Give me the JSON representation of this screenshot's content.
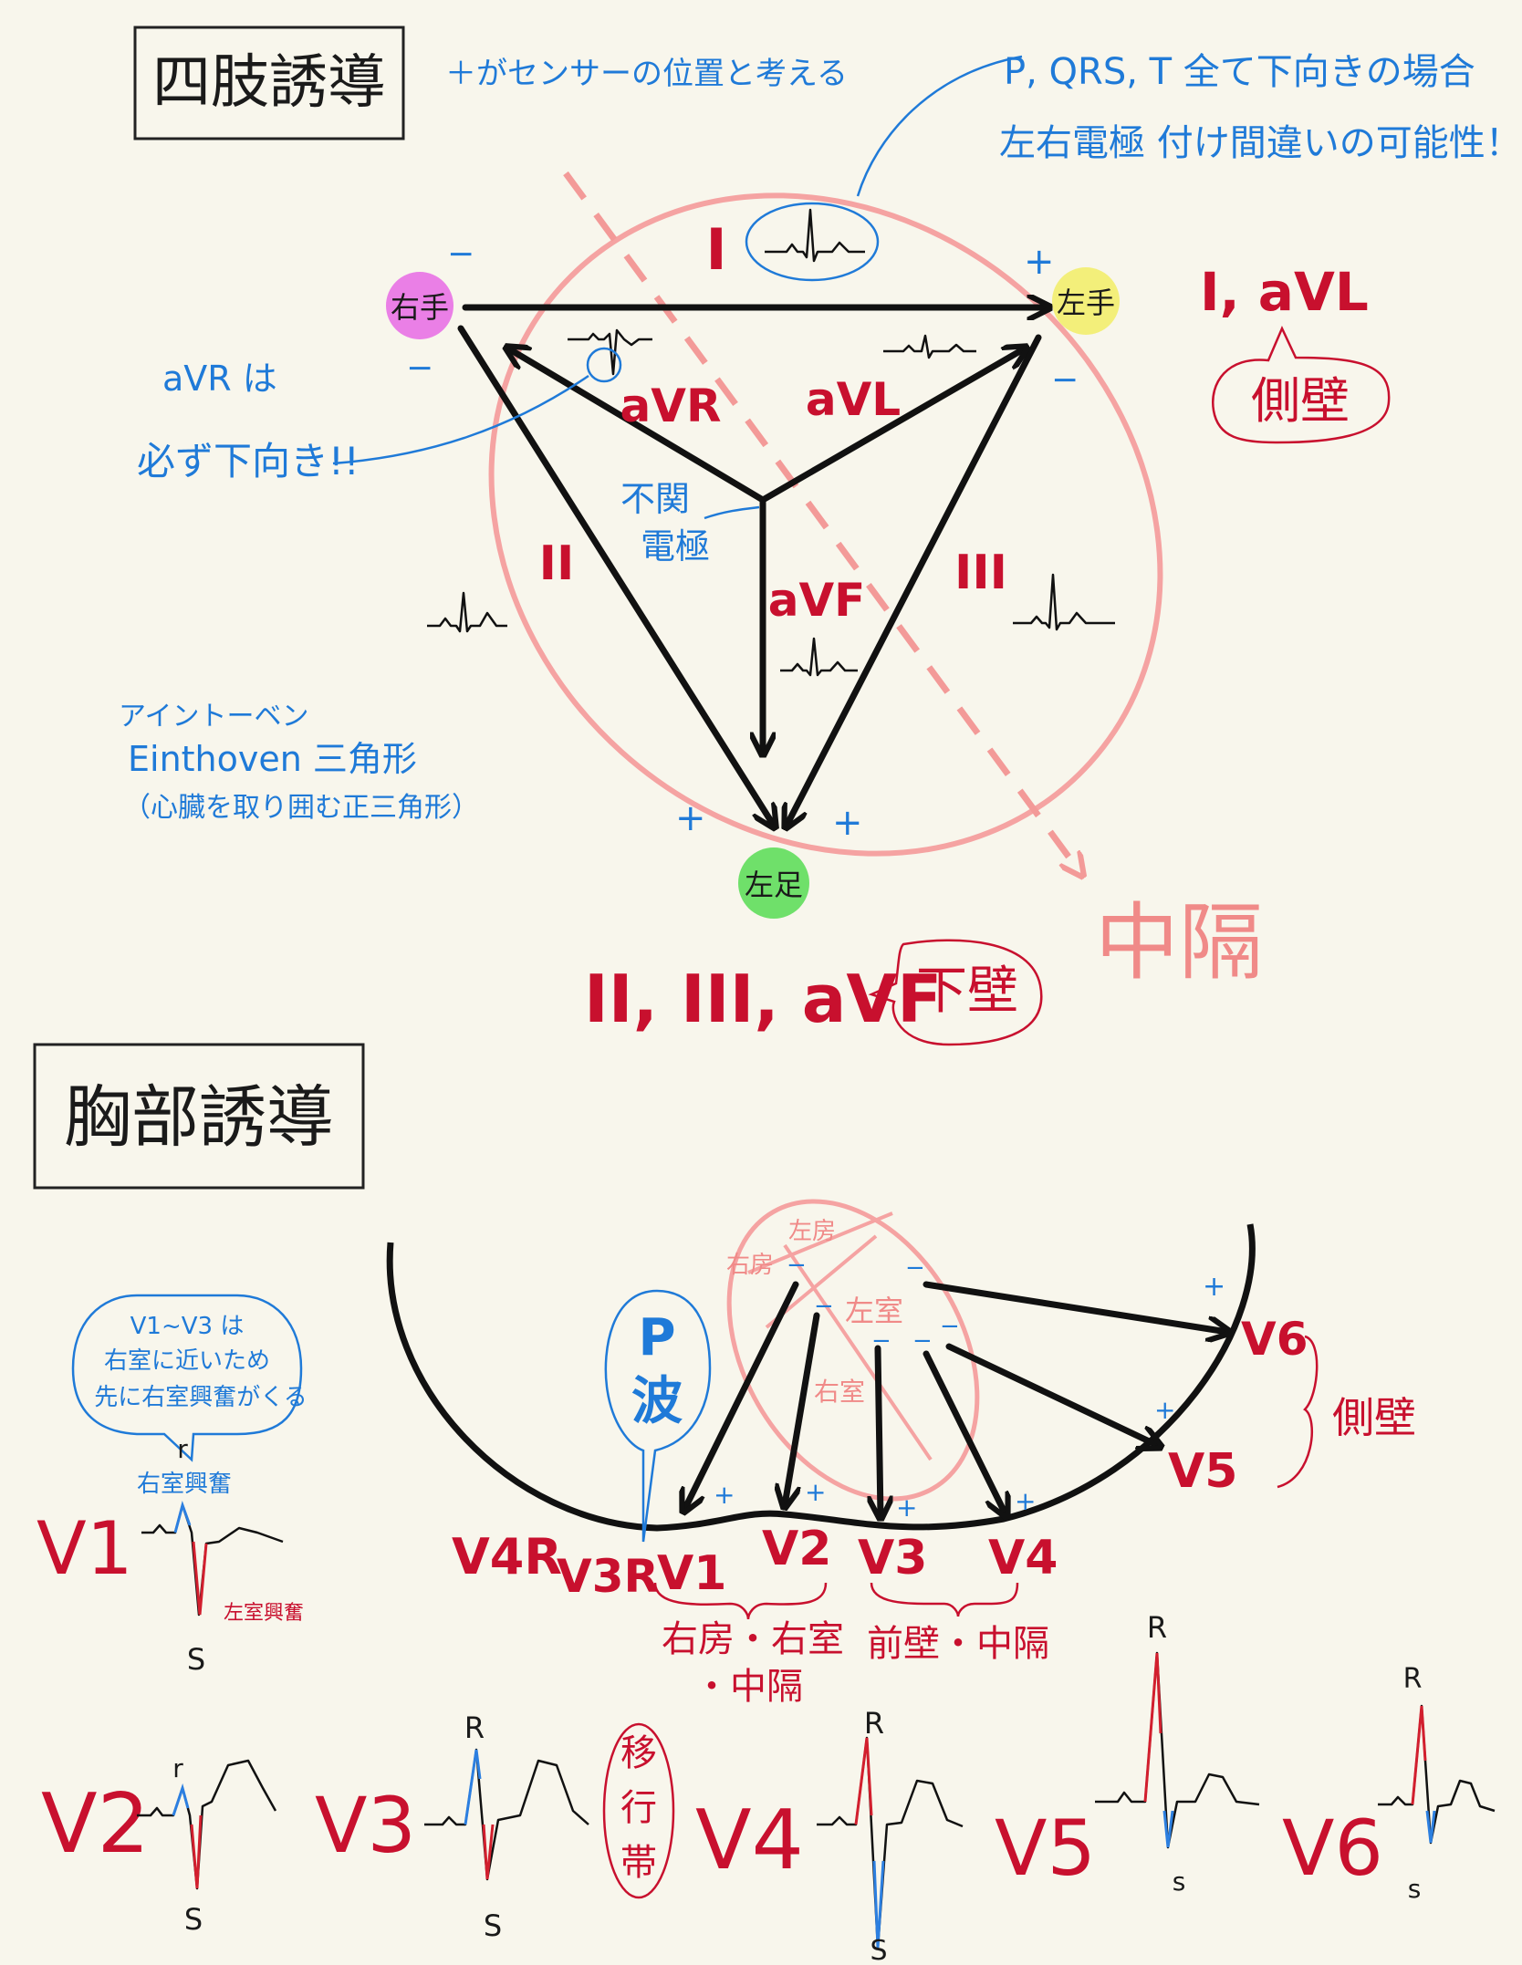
{
  "limb": {
    "title": "四肢誘導",
    "note_plus": "＋がセンサーの位置と考える",
    "note_reverse_1": "P, QRS, T 全て下向きの場合",
    "note_reverse_2": "左右電極 付け間違いの可能性！",
    "lead_I": "I",
    "lead_II": "II",
    "lead_III": "III",
    "lead_aVR": "aVR",
    "lead_aVL": "aVL",
    "lead_aVF": "aVF",
    "electrode_right_arm": "右手",
    "electrode_left_arm": "左手",
    "electrode_left_foot": "左足",
    "indifferent_1": "不関",
    "indifferent_2": "電極",
    "avr_note_1": "aVR は",
    "avr_note_2": "必ず下向き!!",
    "einthoven_kana": "アイントーベン",
    "einthoven_1": "Einthoven 三角形",
    "einthoven_2": "（心臓を取り囲む正三角形）",
    "lateral_leads": "I, aVL",
    "lateral_wall": "側壁",
    "inferior_leads": "II, III, aVF",
    "inferior_wall": "下壁",
    "septum": "中隔",
    "plus": "+",
    "minus": "−"
  },
  "chest": {
    "title": "胸部誘導",
    "v1v3_note_1": "V1~V3 は",
    "v1v3_note_2": "右室に近いため",
    "v1v3_note_3": "先に右室興奮がくる",
    "r_small": "r",
    "rv_excite": "右室興奮",
    "lv_excite": "左室興奮",
    "p_wave_1": "P",
    "p_wave_2": "波",
    "atrium_left": "左房",
    "atrium_right": "右房",
    "ventricle_left": "左室",
    "ventricle_right": "右室",
    "leads": [
      "V1",
      "V2",
      "V3",
      "V4",
      "V5",
      "V6",
      "V4R",
      "V3R"
    ],
    "lateral_wall": "側壁",
    "group1_1": "右房・右室",
    "group1_2": "・中隔",
    "group2": "前壁・中隔",
    "transition_1": "移",
    "transition_2": "行",
    "transition_3": "帯",
    "R": "R",
    "S": "S",
    "s": "s"
  },
  "colors": {
    "red": "#c8102e",
    "blue": "#1f7ad8",
    "pink": "#f08a88",
    "right_arm": "#ea7fe6",
    "left_arm": "#f3ef7a",
    "left_foot": "#6fe06a",
    "background": "#f8f6ec"
  }
}
